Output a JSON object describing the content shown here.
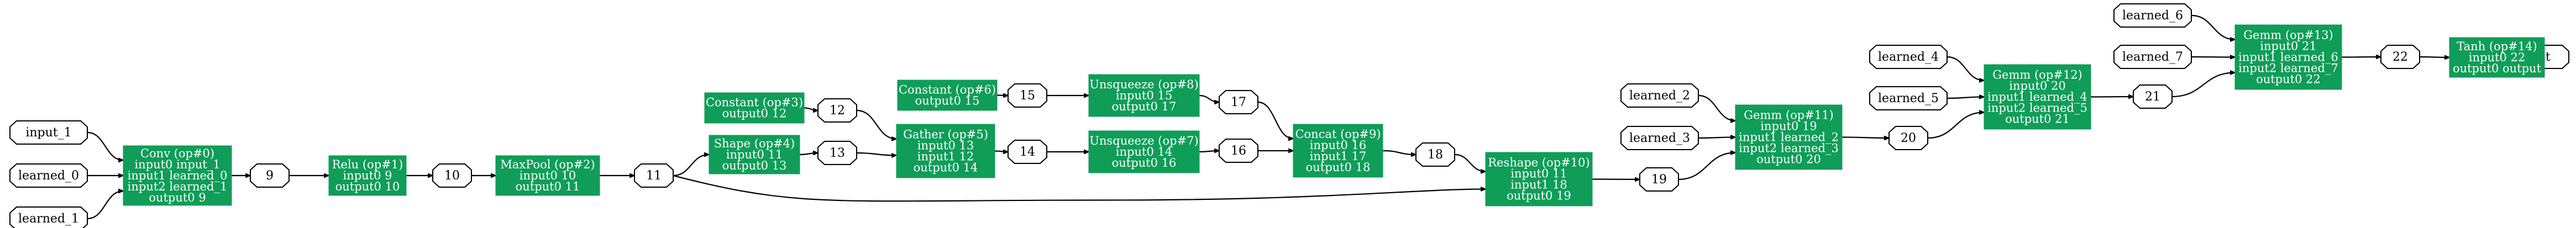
{
  "colors": {
    "op_fill": "#0f9d58",
    "op_text": "#ffffff",
    "value_border": "#000000"
  },
  "values": {
    "input_1": "input_1",
    "learned_0": "learned_0",
    "learned_1": "learned_1",
    "v9": "9",
    "v10": "10",
    "v11": "11",
    "v12": "12",
    "v13": "13",
    "v14": "14",
    "v15": "15",
    "v16": "16",
    "v17": "17",
    "v18": "18",
    "v19": "19",
    "learned_2": "learned_2",
    "learned_3": "learned_3",
    "v20": "20",
    "learned_4": "learned_4",
    "learned_5": "learned_5",
    "v21": "21",
    "learned_6": "learned_6",
    "learned_7": "learned_7",
    "v22": "22",
    "output": "output"
  },
  "ops": {
    "conv": [
      "Conv (op#0)",
      "input0 input_1",
      "input1 learned_0",
      "input2 learned_1",
      "output0 9"
    ],
    "relu": [
      "Relu (op#1)",
      "input0 9",
      "output0 10"
    ],
    "maxpool": [
      "MaxPool (op#2)",
      "input0 10",
      "output0 11"
    ],
    "constant3": [
      "Constant (op#3)",
      "output0 12"
    ],
    "shape": [
      "Shape (op#4)",
      "input0 11",
      "output0 13"
    ],
    "gather": [
      "Gather (op#5)",
      "input0 13",
      "input1 12",
      "output0 14"
    ],
    "constant6": [
      "Constant (op#6)",
      "output0 15"
    ],
    "unsqueeze8": [
      "Unsqueeze (op#8)",
      "input0 15",
      "output0 17"
    ],
    "unsqueeze7": [
      "Unsqueeze (op#7)",
      "input0 14",
      "output0 16"
    ],
    "concat": [
      "Concat (op#9)",
      "input0 16",
      "input1 17",
      "output0 18"
    ],
    "reshape": [
      "Reshape (op#10)",
      "input0 11",
      "input1 18",
      "output0 19"
    ],
    "gemm11": [
      "Gemm (op#11)",
      "input0 19",
      "input1 learned_2",
      "input2 learned_3",
      "output0 20"
    ],
    "gemm12": [
      "Gemm (op#12)",
      "input0 20",
      "input1 learned_4",
      "input2 learned_5",
      "output0 21"
    ],
    "gemm13": [
      "Gemm (op#13)",
      "input0 21",
      "input1 learned_6",
      "input2 learned_7",
      "output0 22"
    ],
    "tanh": [
      "Tanh (op#14)",
      "input0 22",
      "output0 output"
    ]
  }
}
